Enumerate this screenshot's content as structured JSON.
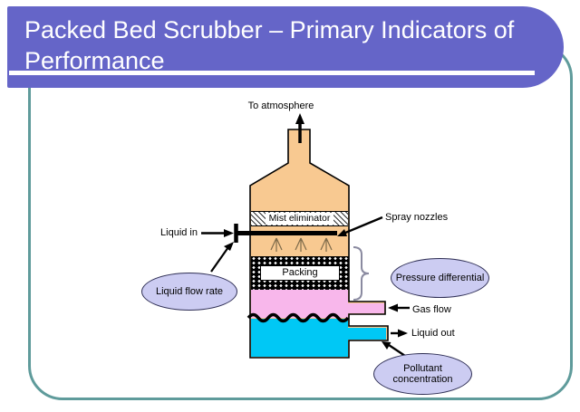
{
  "colors": {
    "banner": "#6565C8",
    "frame": "#5F9B9B",
    "vessel": "#F8C991",
    "gas": "#F8B7EB",
    "liquid": "#00C8F5",
    "ellipse-fill": "#CCCCF2",
    "ellipse-border": "#2E2E54"
  },
  "title": "Packed Bed Scrubber – Primary Indicators of Performance",
  "diagram": {
    "to_atmosphere": "To atmosphere",
    "mist_eliminator": "Mist eliminator",
    "liquid_in": "Liquid in",
    "spray_nozzles": "Spray nozzles",
    "packing": "Packing",
    "gas_flow": "Gas flow",
    "liquid_out": "Liquid out",
    "indicators": {
      "liquid_flow_rate": "Liquid flow rate",
      "pressure_differential": "Pressure differential",
      "pollutant_concentration": "Pollutant concentration"
    }
  }
}
